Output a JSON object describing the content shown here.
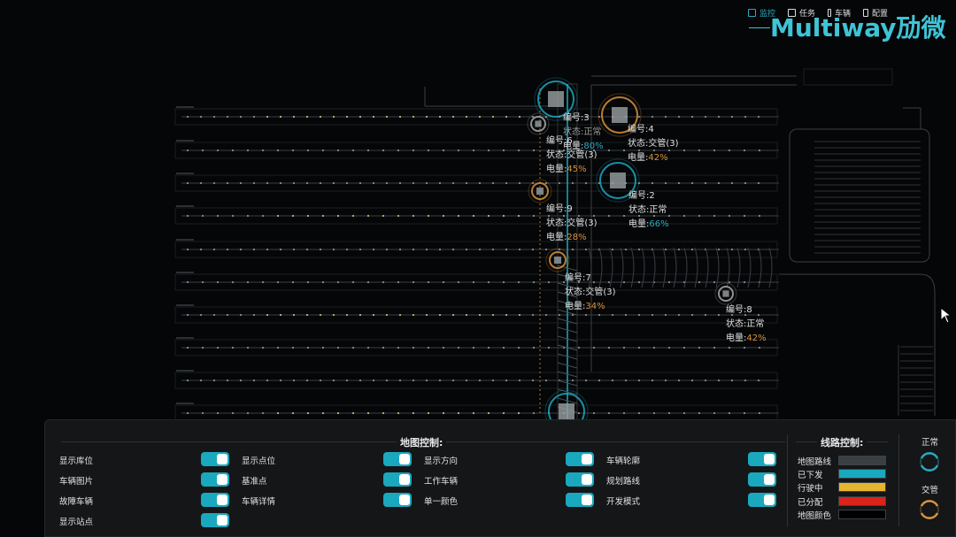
{
  "nav": {
    "items": [
      {
        "label": "监控",
        "icon": "monitor-icon",
        "active": true
      },
      {
        "label": "任务",
        "icon": "task-icon",
        "active": false
      },
      {
        "label": "车辆",
        "icon": "vehicle-icon",
        "active": false
      },
      {
        "label": "配置",
        "icon": "settings-icon",
        "active": false
      }
    ],
    "brand": "Multiway劢微"
  },
  "vehicles": [
    {
      "id_text": "编号:3",
      "status_text": "状态:正常",
      "battery_label": "电量:",
      "battery": "80%"
    },
    {
      "id_text": "编号:4",
      "status_text": "状态:交管(3)",
      "battery_label": "电量:",
      "battery": "42%"
    },
    {
      "id_text": "编号:6",
      "status_text": "状态:交管(3)",
      "battery_label": "电量:",
      "battery": "45%"
    },
    {
      "id_text": "编号:2",
      "status_text": "状态:正常",
      "battery_label": "电量:",
      "battery": "66%"
    },
    {
      "id_text": "编号:9",
      "status_text": "状态:交管(3)",
      "battery_label": "电量:",
      "battery": "28%"
    },
    {
      "id_text": "编号:7",
      "status_text": "状态:交管(3)",
      "battery_label": "电量:",
      "battery": "34%"
    },
    {
      "id_text": "编号:8",
      "status_text": "状态:正常",
      "battery_label": "电量:",
      "battery": "42%"
    }
  ],
  "map_control": {
    "title": "地图控制:",
    "toggles": [
      {
        "label": "显示库位",
        "on": true
      },
      {
        "label": "显示点位",
        "on": true
      },
      {
        "label": "显示方向",
        "on": true
      },
      {
        "label": "车辆轮廓",
        "on": true
      },
      {
        "label": "车辆图片",
        "on": true
      },
      {
        "label": "基准点",
        "on": true
      },
      {
        "label": "工作车辆",
        "on": true
      },
      {
        "label": "规划路线",
        "on": true
      },
      {
        "label": "故障车辆",
        "on": true
      },
      {
        "label": "车辆详情",
        "on": true
      },
      {
        "label": "单一颜色",
        "on": true
      },
      {
        "label": "开发模式",
        "on": true
      },
      {
        "label": "显示站点",
        "on": true
      }
    ]
  },
  "route_control": {
    "title": "线路控制:",
    "legend": [
      {
        "label": "地图路线",
        "color": "#3a3f44"
      },
      {
        "label": "已下发",
        "color": "#1aa8bf"
      },
      {
        "label": "行驶中",
        "color": "#e6b530"
      },
      {
        "label": "已分配",
        "color": "#d8241b"
      },
      {
        "label": "地图颜色",
        "color": "#000000"
      }
    ]
  },
  "status_legend": [
    {
      "label": "正常",
      "color": "#2aa9c0"
    },
    {
      "label": "交管",
      "color": "#d9923a"
    }
  ],
  "colors": {
    "accent": "#1aa8bf",
    "warning": "#d9923a",
    "track": "#3a3f44"
  }
}
